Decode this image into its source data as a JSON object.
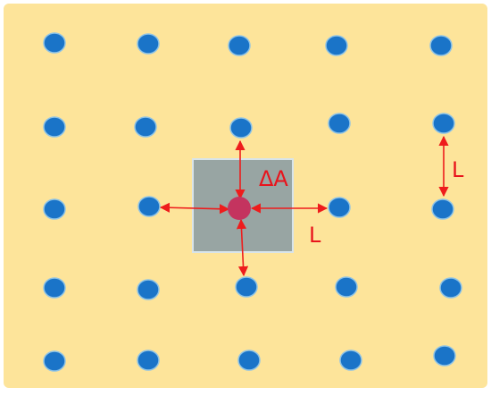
{
  "colors": {
    "background": "#fde49a",
    "dot": "#1a74c8",
    "dot_outline": "#8ec3e6",
    "area_fill": "#98a5a3",
    "area_stroke": "#d8e4ea",
    "center_dot": "#c4345f",
    "arrow": "#ee1c1c",
    "label": "#e8141c"
  },
  "labels": {
    "area": "ΔA",
    "spacing_horizontal": "L",
    "spacing_vertical": "L"
  }
}
